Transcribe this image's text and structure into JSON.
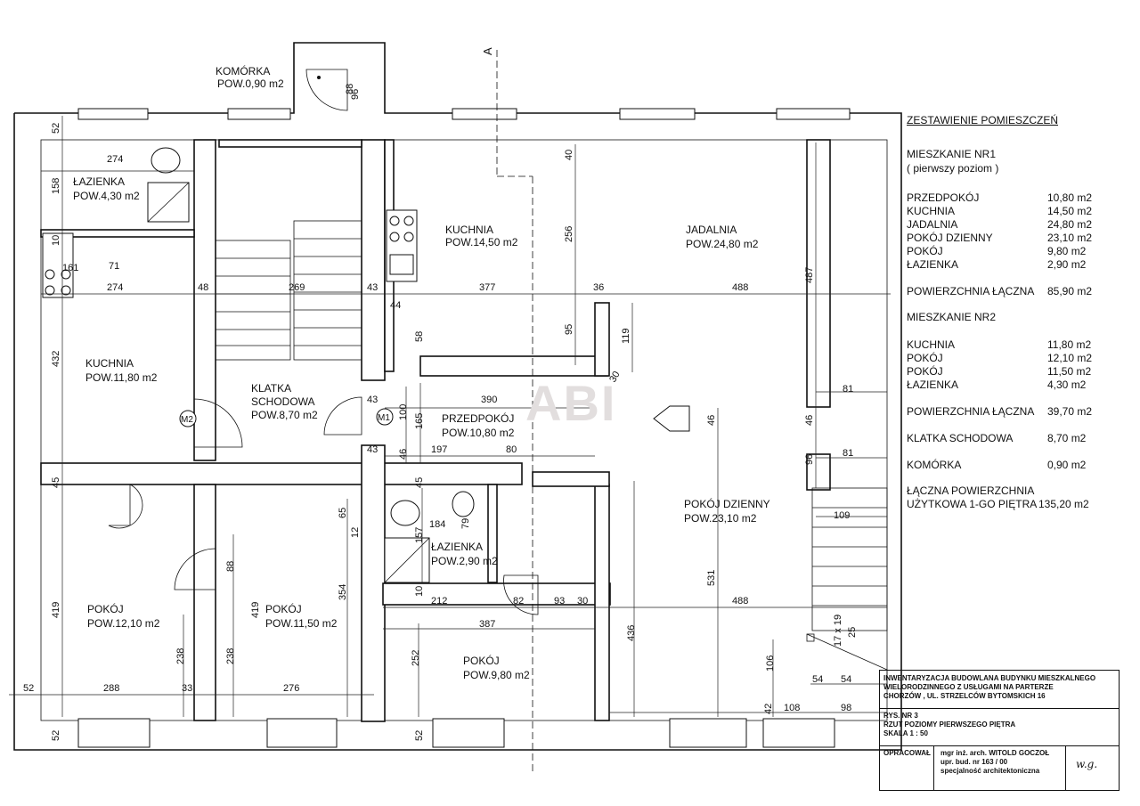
{
  "watermark": "ABI",
  "section_marker": "A",
  "rooms": {
    "komorka": {
      "name": "KOMÓRKA",
      "area": "POW.0,90 m2"
    },
    "lazienka_top": {
      "name": "ŁAZIENKA",
      "area": "POW.4,30 m2"
    },
    "kuchnia_left": {
      "name": "KUCHNIA",
      "area": "POW.11,80 m2"
    },
    "klatka": {
      "name": "KLATKA",
      "name2": "SCHODOWA",
      "area": "POW.8,70 m2"
    },
    "kuchnia_mid": {
      "name": "KUCHNIA",
      "area": "POW.14,50 m2"
    },
    "jadalnia": {
      "name": "JADALNIA",
      "area": "POW.24,80 m2"
    },
    "przedpokoj": {
      "name": "PRZEDPOKÓJ",
      "area": "POW.10,80 m2"
    },
    "lazienka_mid": {
      "name": "ŁAZIENKA",
      "area": "POW.2,90 m2"
    },
    "pokoj_dzienny": {
      "name": "POKÓJ DZIENNY",
      "area": "POW.23,10 m2"
    },
    "pokoj_1": {
      "name": "POKÓJ",
      "area": "POW.12,10 m2"
    },
    "pokoj_2": {
      "name": "POKÓJ",
      "area": "POW.11,50 m2"
    },
    "pokoj_3": {
      "name": "POKÓJ",
      "area": "POW.9,80 m2"
    }
  },
  "markers": {
    "m1": "M1",
    "m2": "M2"
  },
  "dimensions": {
    "d52a": "52",
    "d274a": "274",
    "d158": "158",
    "d10": "10",
    "d161": "161",
    "d71": "71",
    "d274b": "274",
    "d48": "48",
    "d269": "269",
    "d43a": "43",
    "d377": "377",
    "d36": "36",
    "d488a": "488",
    "d487": "487",
    "d40": "40",
    "d256": "256",
    "d44": "44",
    "d58": "58",
    "d95": "95",
    "d119": "119",
    "d30": "30",
    "d432": "432",
    "d43b": "43",
    "d390": "390",
    "d100": "100",
    "d165": "165",
    "d46a": "46",
    "d46b": "46",
    "d81a": "81",
    "d43c": "43",
    "d46c": "46",
    "d197": "197",
    "d80": "80",
    "d96a": "96",
    "d81b": "81",
    "d45a": "45",
    "d45b": "45",
    "d65": "65",
    "d12": "12",
    "d184": "184",
    "d79": "79",
    "d157": "157",
    "d109": "109",
    "d88": "88",
    "d96b": "96",
    "d88b": "88",
    "d419a": "419",
    "d419b": "419",
    "d354": "354",
    "d531": "531",
    "d10b": "10",
    "d212": "212",
    "d82": "82",
    "d93": "93",
    "d30b": "30",
    "d488b": "488",
    "d387": "387",
    "d436": "436",
    "d17x19": "17 x 19",
    "d25": "25",
    "d238a": "238",
    "d238b": "238",
    "d252": "252",
    "d106": "106",
    "d54a": "54",
    "d54b": "54",
    "d52b": "52",
    "d288": "288",
    "d33": "33",
    "d276": "276",
    "d42": "42",
    "d108": "108",
    "d98": "98",
    "d52c": "52",
    "d52d": "52"
  },
  "legend": {
    "title": "ZESTAWIENIE POMIESZCZEŃ",
    "m1_title": "MIESZKANIE NR1",
    "m1_sub": "( pierwszy poziom )",
    "m1_rows": [
      {
        "name": "PRZEDPOKÓJ",
        "value": "10,80 m2"
      },
      {
        "name": "KUCHNIA",
        "value": "14,50 m2"
      },
      {
        "name": "JADALNIA",
        "value": "24,80 m2"
      },
      {
        "name": "POKÓJ DZIENNY",
        "value": "23,10 m2"
      },
      {
        "name": "POKÓJ",
        "value": "9,80 m2"
      },
      {
        "name": "ŁAZIENKA",
        "value": "2,90 m2"
      }
    ],
    "m1_total": {
      "name": "POWIERZCHNIA ŁĄCZNA",
      "value": "85,90 m2"
    },
    "m2_title": "MIESZKANIE NR2",
    "m2_rows": [
      {
        "name": "KUCHNIA",
        "value": "11,80 m2"
      },
      {
        "name": "POKÓJ",
        "value": "12,10 m2"
      },
      {
        "name": "POKÓJ",
        "value": "11,50 m2"
      },
      {
        "name": "ŁAZIENKA",
        "value": "4,30 m2"
      }
    ],
    "m2_total": {
      "name": "POWIERZCHNIA ŁĄCZNA",
      "value": "39,70 m2"
    },
    "klatka": {
      "name": "KLATKA SCHODOWA",
      "value": "8,70 m2"
    },
    "komorka": {
      "name": "KOMÓRKA",
      "value": "0,90 m2"
    },
    "total_line1": "ŁĄCZNA POWIERZCHNIA",
    "total_line2": "UŻYTKOWA 1-GO PIĘTRA",
    "total_value": "135,20 m2"
  },
  "title_block": {
    "project_1": "INWENTARYZACJA BUDOWLANA BUDYNKU MIESZKALNEGO",
    "project_2": "WIELORODZINNEGO Z USŁUGAMI NA PARTERZE",
    "project_3": "CHORZÓW , UL. STRZELCÓW BYTOMSKICH 16",
    "drawing_1": "RYS. NR 3",
    "drawing_2": "RZUT POZIOMY PIERWSZEGO PIĘTRA",
    "drawing_3": "SKALA 1 : 50",
    "prepared_label": "OPRACOWAŁ",
    "author_1": "mgr inż. arch. WITOLD GOCZOŁ",
    "author_2": "upr. bud. nr 163 / 00",
    "author_3": "specjalność architektoniczna",
    "signature": "w.g."
  }
}
